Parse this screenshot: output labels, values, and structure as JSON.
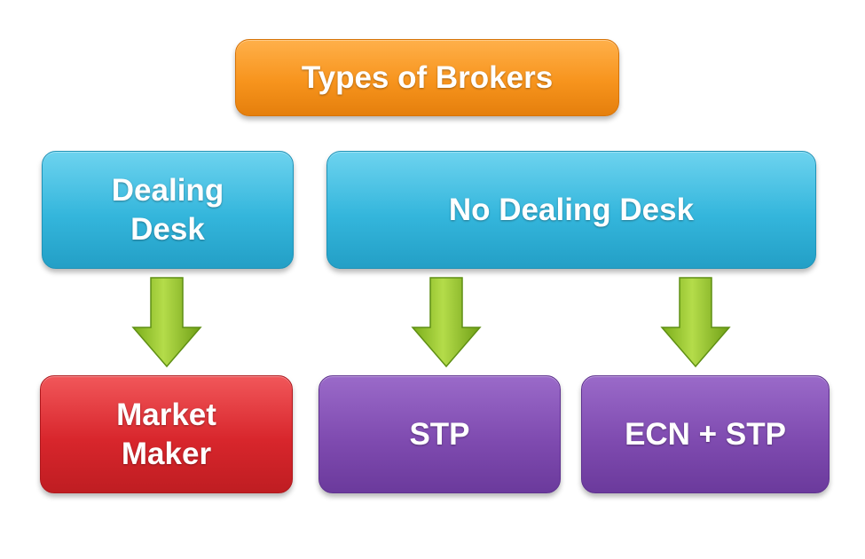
{
  "diagram": {
    "title": "Types of Brokers",
    "categories": [
      {
        "label": "Dealing\nDesk"
      },
      {
        "label": "No Dealing Desk"
      }
    ],
    "leaves": [
      {
        "label": "Market\nMaker"
      },
      {
        "label": "STP"
      },
      {
        "label": "ECN + STP"
      }
    ]
  },
  "colors": {
    "title_box": "#f7941d",
    "category_box": "#34b6dc",
    "market_maker_box": "#d8262c",
    "ndd_leaf_box": "#7f4bb0",
    "arrow": "#8cbf26"
  }
}
